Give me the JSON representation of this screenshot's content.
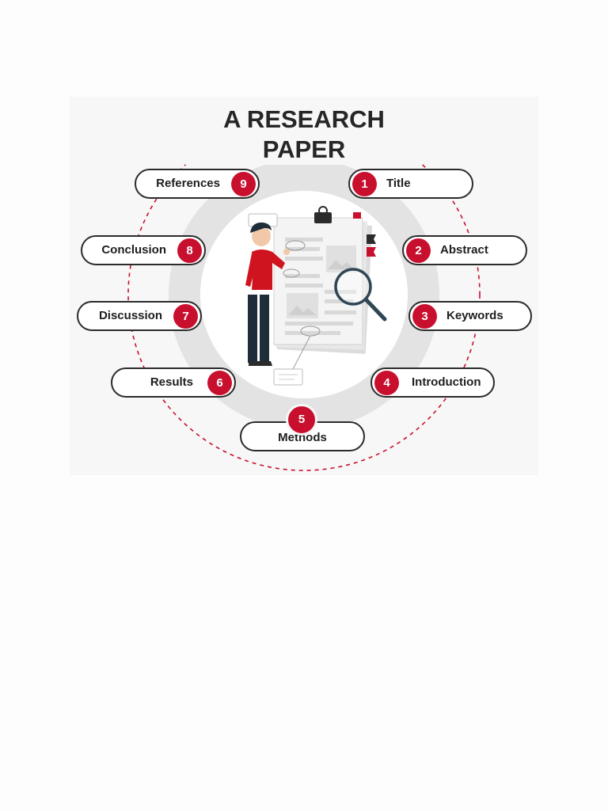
{
  "title": "A RESEARCH PAPER",
  "title_lines": [
    "A RESEARCH",
    "PAPER"
  ],
  "colors": {
    "accent": "#c8102e",
    "ring": "#e3e3e3",
    "text": "#262626",
    "outline": "#2b2b2b"
  },
  "steps": [
    {
      "number": "1",
      "label": "Title"
    },
    {
      "number": "2",
      "label": "Abstract"
    },
    {
      "number": "3",
      "label": "Keywords"
    },
    {
      "number": "4",
      "label": "Introduction"
    },
    {
      "number": "5",
      "label": "Methods"
    },
    {
      "number": "6",
      "label": "Results"
    },
    {
      "number": "7",
      "label": "Discussion"
    },
    {
      "number": "8",
      "label": "Conclusion"
    },
    {
      "number": "9",
      "label": "References"
    }
  ],
  "illustration": {
    "subject": "person-with-document-and-magnifier-illustration"
  }
}
